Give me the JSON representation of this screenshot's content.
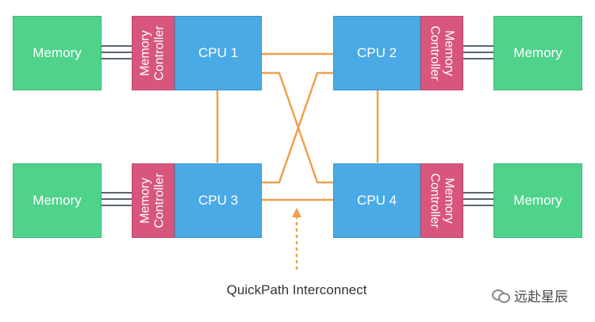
{
  "diagram": {
    "memories": [
      {
        "id": "mem-1",
        "label": "Memory"
      },
      {
        "id": "mem-2",
        "label": "Memory"
      },
      {
        "id": "mem-3",
        "label": "Memory"
      },
      {
        "id": "mem-4",
        "label": "Memory"
      }
    ],
    "cpus": [
      {
        "id": "cpu-1",
        "label": "CPU 1"
      },
      {
        "id": "cpu-2",
        "label": "CPU 2"
      },
      {
        "id": "cpu-3",
        "label": "CPU 3"
      },
      {
        "id": "cpu-4",
        "label": "CPU 4"
      }
    ],
    "memory_controllers": [
      {
        "line1": "Memory",
        "line2": "Controller"
      },
      {
        "line1": "Memory",
        "line2": "Controller"
      },
      {
        "line1": "Memory",
        "line2": "Controller"
      },
      {
        "line1": "Memory",
        "line2": "Controller"
      }
    ],
    "edges": [
      {
        "from": "cpu-1",
        "to": "cpu-2"
      },
      {
        "from": "cpu-1",
        "to": "cpu-3"
      },
      {
        "from": "cpu-1",
        "to": "cpu-4"
      },
      {
        "from": "cpu-2",
        "to": "cpu-3"
      },
      {
        "from": "cpu-2",
        "to": "cpu-4"
      },
      {
        "from": "cpu-3",
        "to": "cpu-4"
      }
    ],
    "caption": "QuickPath Interconnect",
    "colors": {
      "memory": "#4fd28a",
      "cpu": "#49aae6",
      "memory_controller": "#d8557e",
      "interconnect": "#f0a04b",
      "bus": "#5a6470"
    }
  },
  "watermark": {
    "icon": "wechat-icon",
    "text": "远赴星辰"
  }
}
